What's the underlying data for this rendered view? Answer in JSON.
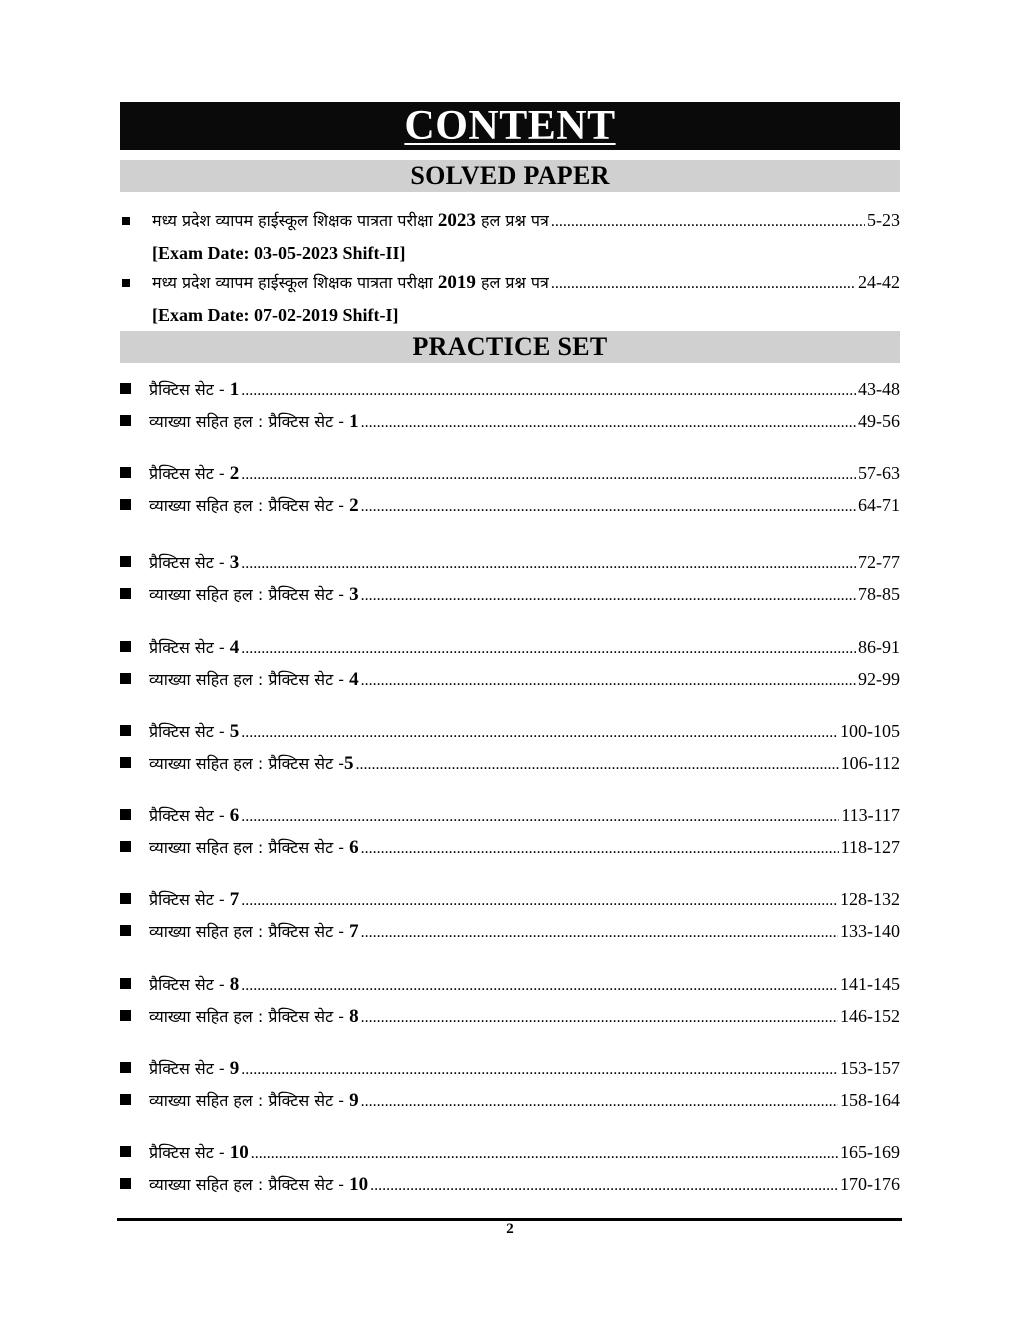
{
  "header": {
    "title": "CONTENT"
  },
  "solved_paper": {
    "heading": "SOLVED PAPER",
    "items": [
      {
        "label": "मध्य प्रदेश व्यापम हाईस्कूल शिक्षक पात्रता परीक्षा ",
        "year": "2023",
        "suffix": " हल प्रश्न पत्र",
        "pages": "5-23",
        "sub": "[Exam Date: 03-05-2023 Shift-II]"
      },
      {
        "label": "मध्य प्रदेश व्यापम हाईस्कूल शिक्षक पात्रता परीक्षा ",
        "year": "2019",
        "suffix": " हल प्रश्न पत्र",
        "pages": "24-42",
        "sub": "[Exam Date: 07-02-2019 Shift-I]"
      }
    ]
  },
  "practice_set": {
    "heading": "PRACTICE SET",
    "items": [
      {
        "set": {
          "label": "प्रैक्टिस सेट - ",
          "num": "1",
          "pages": "43-48"
        },
        "sol": {
          "label": "व्याख्या सहित हल : प्रैक्टिस सेट - ",
          "num": "1",
          "pages": "49-56"
        }
      },
      {
        "set": {
          "label": "प्रैक्टिस सेट - ",
          "num": "2",
          "pages": "57-63"
        },
        "sol": {
          "label": "व्याख्या सहित हल : प्रैक्टिस सेट - ",
          "num": "2",
          "pages": "64-71"
        }
      },
      {
        "set": {
          "label": "प्रैक्टिस सेट - ",
          "num": "3",
          "pages": "72-77"
        },
        "sol": {
          "label": "व्याख्या सहित हल : प्रैक्टिस सेट - ",
          "num": "3",
          "pages": "78-85"
        }
      },
      {
        "set": {
          "label": "प्रैक्टिस सेट - ",
          "num": "4",
          "pages": "86-91"
        },
        "sol": {
          "label": "व्याख्या सहित हल : प्रैक्टिस सेट - ",
          "num": "4",
          "pages": "92-99"
        }
      },
      {
        "set": {
          "label": "प्रैक्टिस सेट - ",
          "num": "5",
          "pages": "100-105"
        },
        "sol": {
          "label": "व्याख्या सहित हल : प्रैक्टिस सेट -",
          "num": "5",
          "pages": "106-112"
        }
      },
      {
        "set": {
          "label": "प्रैक्टिस सेट - ",
          "num": "6",
          "pages": "113-117"
        },
        "sol": {
          "label": "व्याख्या सहित हल : प्रैक्टिस सेट - ",
          "num": "6",
          "pages": "118-127"
        }
      },
      {
        "set": {
          "label": "प्रैक्टिस सेट - ",
          "num": "7",
          "pages": "128-132"
        },
        "sol": {
          "label": "व्याख्या सहित हल : प्रैक्टिस सेट - ",
          "num": "7",
          "pages": "133-140"
        }
      },
      {
        "set": {
          "label": "प्रैक्टिस सेट - ",
          "num": "8",
          "pages": "141-145"
        },
        "sol": {
          "label": "व्याख्या सहित हल : प्रैक्टिस सेट - ",
          "num": "8",
          "pages": "146-152"
        }
      },
      {
        "set": {
          "label": "प्रैक्टिस सेट - ",
          "num": "9",
          "pages": "153-157"
        },
        "sol": {
          "label": "व्याख्या सहित हल : प्रैक्टिस सेट - ",
          "num": "9",
          "pages": "158-164"
        }
      },
      {
        "set": {
          "label": "प्रैक्टिस सेट - ",
          "num": "10",
          "pages": "165-169"
        },
        "sol": {
          "label": "व्याख्या सहित हल : प्रैक्टिस सेट - ",
          "num": "10",
          "pages": "170-176"
        }
      }
    ]
  },
  "footer": {
    "page_number": "2"
  }
}
